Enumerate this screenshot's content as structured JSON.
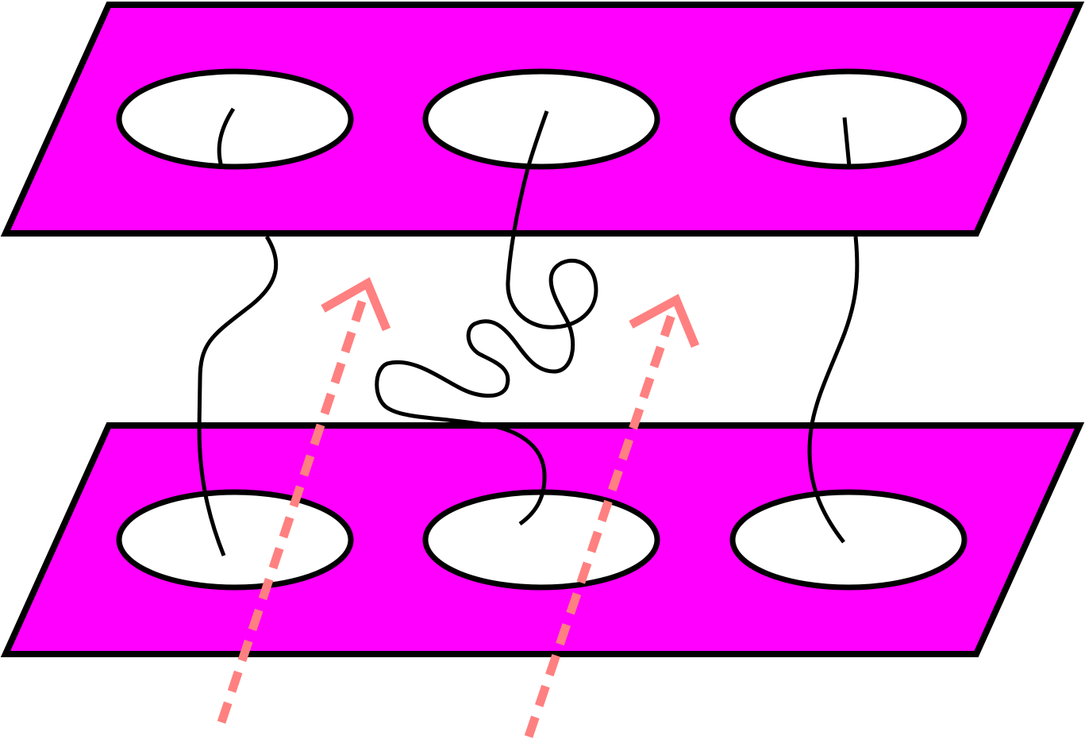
{
  "diagram": {
    "colors": {
      "plate_fill": "#ff00ff",
      "outline": "#000000",
      "hole_fill": "#ffffff",
      "arrow": "#ff8080",
      "background": "#ffffff"
    },
    "plates": [
      {
        "name": "top-plate",
        "holes": 3
      },
      {
        "name": "bottom-plate",
        "holes": 3
      }
    ],
    "strands": [
      {
        "name": "left-strand",
        "shape": "s-curve"
      },
      {
        "name": "middle-strand",
        "shape": "looped"
      },
      {
        "name": "right-strand",
        "shape": "s-curve"
      }
    ],
    "arrows": [
      {
        "name": "left-arrow",
        "style": "dashed",
        "direction": "up"
      },
      {
        "name": "right-arrow",
        "style": "dashed",
        "direction": "up"
      }
    ]
  }
}
